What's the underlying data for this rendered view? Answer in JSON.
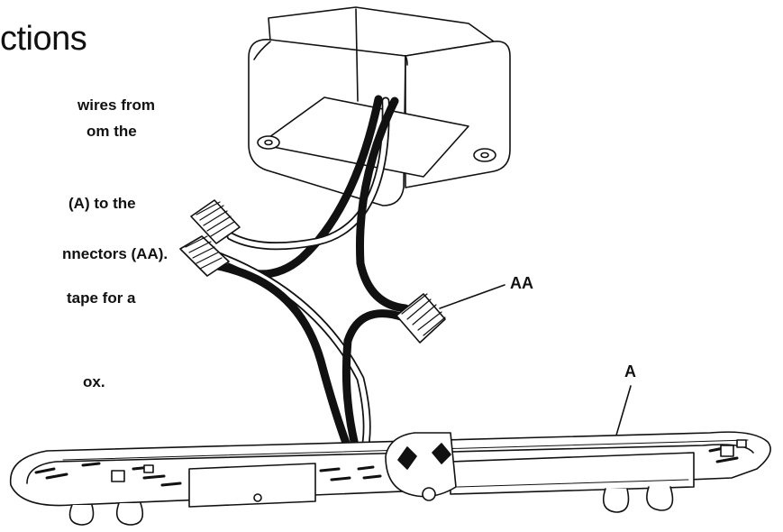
{
  "page": {
    "title": "ctions",
    "instructions": [
      "wires from",
      "om the",
      "(A) to the",
      "nnectors (AA).",
      "tape for a",
      "ox."
    ]
  },
  "diagram": {
    "callouts": {
      "connectors": "AA",
      "fixture": "A"
    }
  }
}
